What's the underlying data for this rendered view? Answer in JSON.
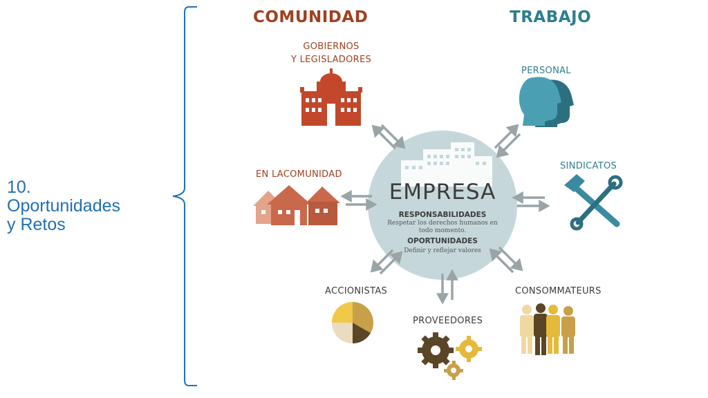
{
  "side_title": {
    "lines": [
      "10.",
      "Oportunidades",
      "y Retos"
    ]
  },
  "headers": {
    "comunidad": "COMUNIDAD",
    "trabajo": "TRABAJO"
  },
  "center": {
    "title": "EMPRESA",
    "responsabilidades": "RESPONSABILIDADES",
    "responsabilidades_text_1": "Respetar los derechos humanos en",
    "responsabilidades_text_2": "todo momento.",
    "oportunidades": "OPORTUNIDADES",
    "oportunidades_text": "Definir y reflejar valores"
  },
  "nodes": {
    "gobiernos_1": "GOBIERNOS",
    "gobiernos_2": "Y LEGISLADORES",
    "comunidad": "EN LACOMUNIDAD",
    "accionistas": "ACCIONISTAS",
    "proveedores": "PROVEEDORES",
    "personal": "PERSONAL",
    "sindicatos": "SINDICATOS",
    "consommateurs": "CONSOMMATEURS"
  },
  "colors": {
    "side_title": "#1f6fb5",
    "brace": "#1f6fb5",
    "comunidad": "#a0401f",
    "trabajo": "#2c7f8f",
    "circle": "#c5d7da",
    "arrow": "#9aa4a6",
    "building": "#c2472b",
    "houses": "#c9684a",
    "heads": "#3d96a8",
    "tools": "#3a8aa0",
    "gold": "#c8a04a",
    "dark_gold": "#5a4526"
  }
}
